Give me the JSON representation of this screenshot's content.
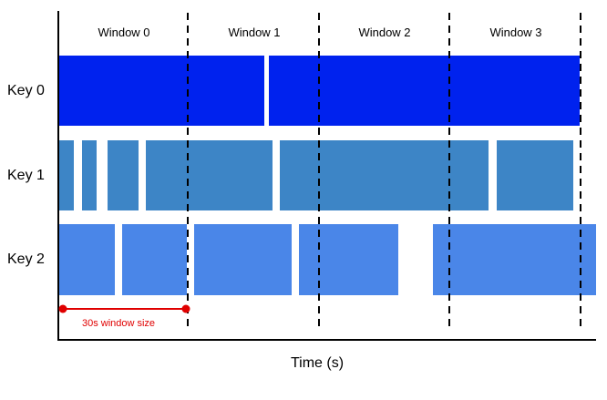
{
  "diagram": {
    "windows": [
      {
        "label": "Window 0"
      },
      {
        "label": "Window 1"
      },
      {
        "label": "Window 2"
      },
      {
        "label": "Window 3"
      }
    ],
    "keys": [
      {
        "label": "Key 0",
        "color": "#0022ee"
      },
      {
        "label": "Key 1",
        "color": "#3d85c6"
      },
      {
        "label": "Key 2",
        "color": "#4a86e8"
      }
    ],
    "axis": {
      "xlabel": "Time (s)"
    },
    "annotation": {
      "label": "30s window size",
      "color": "#e00000"
    }
  }
}
